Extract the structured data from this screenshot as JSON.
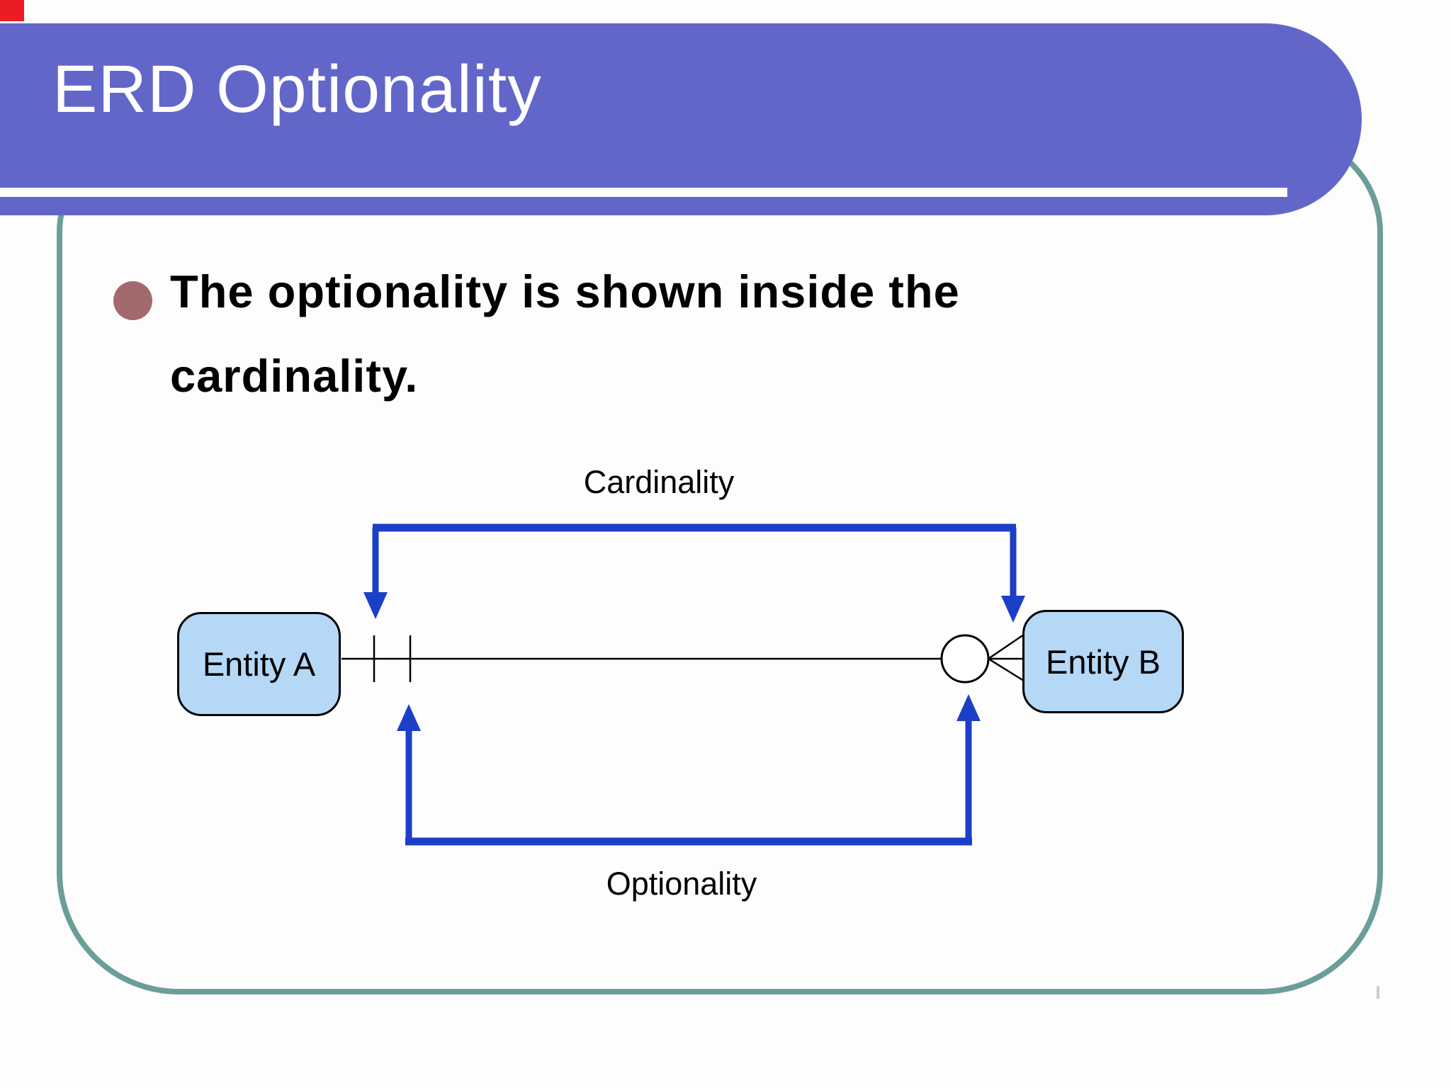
{
  "slide": {
    "title": "ERD Optionality",
    "bullet_text": "The optionality is shown inside the cardinality.",
    "diagram": {
      "entity_a_label": "Entity A",
      "entity_b_label": "Entity B",
      "top_arrow_label": "Cardinality",
      "bottom_arrow_label": "Optionality"
    },
    "colors": {
      "header_purple": "#6366C9",
      "border_teal": "#6B9E9B",
      "arrow_blue": "#1C3FC8",
      "entity_fill": "#B4D8F6",
      "bullet_dot": "#A26A6C",
      "corner_red": "#EC1C24"
    }
  }
}
